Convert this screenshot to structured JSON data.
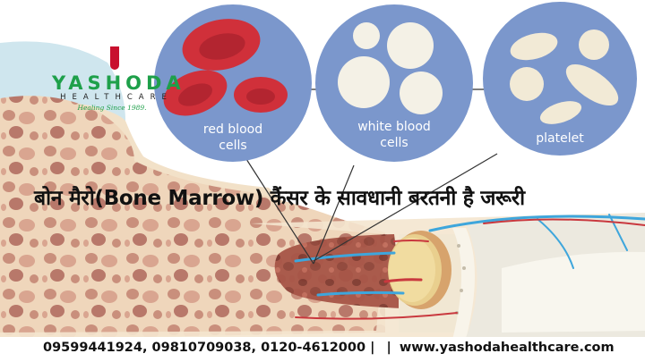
{
  "brand": {
    "name": "YASHODA",
    "subtitle": "HEALTHCARE",
    "tagline": "Healing Since 1989.",
    "colors": {
      "green": "#1ea04a",
      "red": "#c8102e",
      "dark": "#222222"
    }
  },
  "diagram": {
    "circles": [
      {
        "id": "rbc",
        "label_line1": "red blood",
        "label_line2": "cells"
      },
      {
        "id": "wbc",
        "label_line1": "white blood",
        "label_line2": "cells"
      },
      {
        "id": "platelet",
        "label_line1": "platelet",
        "label_line2": ""
      }
    ],
    "colors": {
      "circle": "#7b97cc",
      "rbc": "#d0303a",
      "wbc": "#f4f1e6",
      "bone": "#f1dcc0",
      "marrow": "#9c4a3c",
      "vein": "#3ea6dc",
      "artery": "#c9383e"
    }
  },
  "headline": {
    "text": "बोन मैरो(Bone Marrow) कैंसर के सावधानी बरतनी है जरूरी"
  },
  "footer": {
    "phones": "09599441924, 09810709038, 0120-4612000 |",
    "separator": "|",
    "website": "www.yashodahealthcare.com"
  }
}
